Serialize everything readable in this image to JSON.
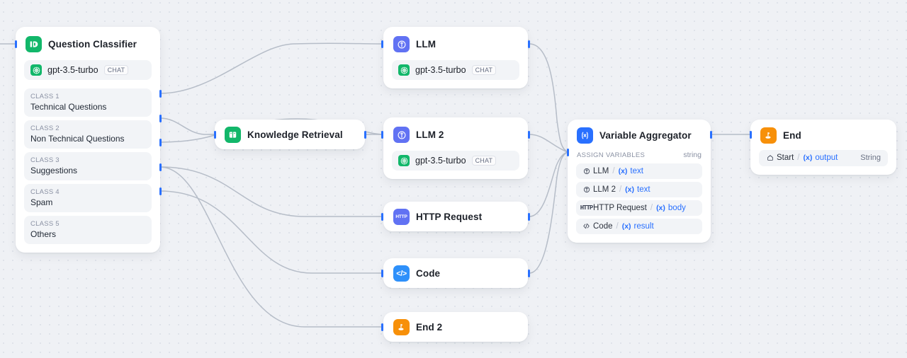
{
  "canvas": {
    "background_color": "#eff1f5",
    "dot_color": "#dfe3ea",
    "edge_color": "#b6bdc8",
    "handle_color": "#2970ff"
  },
  "nodes": [
    {
      "id": "question-classifier",
      "title": "Question Classifier",
      "icon": "question-classifier-icon",
      "icon_color": "#12b76a",
      "model": {
        "name": "gpt-3.5-turbo",
        "tag": "CHAT",
        "provider_icon": "openai-icon"
      },
      "classes": [
        {
          "label": "CLASS 1",
          "value": "Technical Questions"
        },
        {
          "label": "CLASS 2",
          "value": "Non Technical Questions"
        },
        {
          "label": "CLASS 3",
          "value": "Suggestions"
        },
        {
          "label": "CLASS 4",
          "value": "Spam"
        },
        {
          "label": "CLASS 5",
          "value": "Others"
        }
      ]
    },
    {
      "id": "knowledge-retrieval",
      "title": "Knowledge Retrieval",
      "icon": "book-icon",
      "icon_color": "#12b76a"
    },
    {
      "id": "llm",
      "title": "LLM",
      "icon": "llm-icon",
      "icon_color": "#6172f3",
      "model": {
        "name": "gpt-3.5-turbo",
        "tag": "CHAT",
        "provider_icon": "openai-icon"
      }
    },
    {
      "id": "llm-2",
      "title": "LLM 2",
      "icon": "llm-icon",
      "icon_color": "#6172f3",
      "model": {
        "name": "gpt-3.5-turbo",
        "tag": "CHAT",
        "provider_icon": "openai-icon"
      }
    },
    {
      "id": "http-request",
      "title": "HTTP Request",
      "icon": "http-icon",
      "icon_color": "#6172f3",
      "icon_text": "HTTP"
    },
    {
      "id": "code",
      "title": "Code",
      "icon": "code-icon",
      "icon_color": "#2e90fa",
      "icon_text": "</>"
    },
    {
      "id": "end-2",
      "title": "End 2",
      "icon": "end-icon",
      "icon_color": "#f79009"
    },
    {
      "id": "variable-aggregator",
      "title": "Variable Aggregator",
      "icon": "variable-icon",
      "icon_color": "#2970ff",
      "section_label": "ASSIGN VARIABLES",
      "output_type": "string",
      "variables": [
        {
          "source": "LLM",
          "source_icon": "llm-icon",
          "field": "text",
          "var_prefix": "(x)"
        },
        {
          "source": "LLM 2",
          "source_icon": "llm-icon",
          "field": "text",
          "var_prefix": "(x)"
        },
        {
          "source": "HTTP Request",
          "source_icon": "http-icon",
          "field": "body",
          "var_prefix": "(x)"
        },
        {
          "source": "Code",
          "source_icon": "code-icon",
          "field": "result",
          "var_prefix": "(x)"
        }
      ]
    },
    {
      "id": "end",
      "title": "End",
      "icon": "end-icon",
      "icon_color": "#f79009",
      "output": {
        "source": "Start",
        "source_icon": "home-icon",
        "var_prefix": "(x)",
        "field": "output",
        "type": "String"
      }
    }
  ]
}
